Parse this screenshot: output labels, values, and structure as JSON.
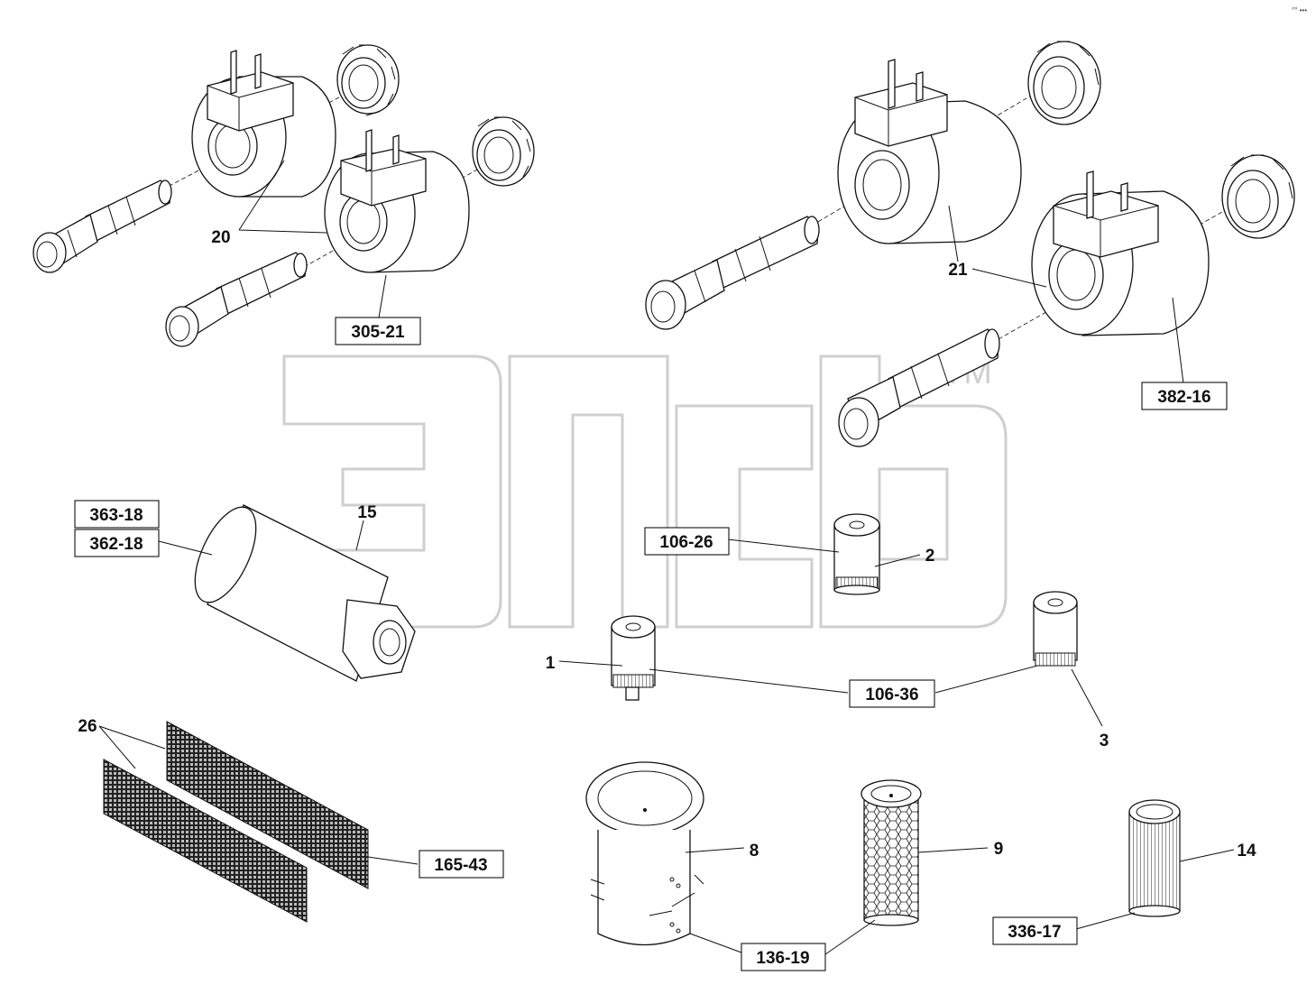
{
  "watermark": {
    "trademark": "TM"
  },
  "corner_mark": "°° •••",
  "callouts": {
    "item_20": "20",
    "item_21": "21",
    "item_15": "15",
    "item_2": "2",
    "item_1": "1",
    "item_3": "3",
    "item_26": "26",
    "item_8": "8",
    "item_9": "9",
    "item_14": "14"
  },
  "part_codes": {
    "code_305_21": "305-21",
    "code_382_16": "382-16",
    "code_363_18": "363-18",
    "code_362_18": "362-18",
    "code_106_26": "106-26",
    "code_106_36": "106-36",
    "code_165_43": "165-43",
    "code_136_19": "136-19",
    "code_336_17": "336-17"
  }
}
